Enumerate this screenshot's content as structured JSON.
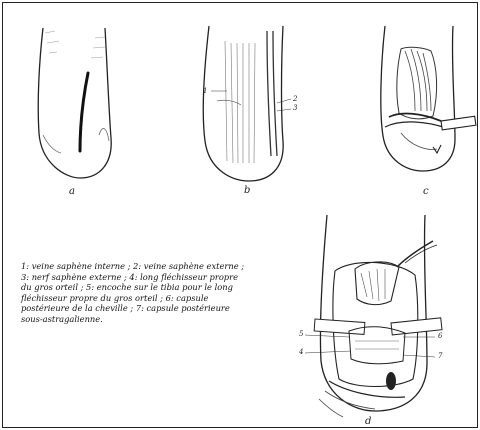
{
  "figure": {
    "panels": [
      {
        "label": "a"
      },
      {
        "label": "b"
      },
      {
        "label": "c"
      },
      {
        "label": "d"
      }
    ],
    "callouts_b": [
      "1",
      "2",
      "3"
    ],
    "callouts_d": [
      "5",
      "4",
      "6",
      "7"
    ],
    "legend": "1: veine saphène interne ; 2: veine saphène externe ;\n3: nerf saphène externe ; 4: long fléchisseur propre\ndu gros orteil ; 5: encoche sur le tibia pour le long\nfléchisseur propre du gros orteil ; 6: capsule\npostérieure de la cheville ; 7: capsule postérieure\nsous-astragalienne."
  }
}
